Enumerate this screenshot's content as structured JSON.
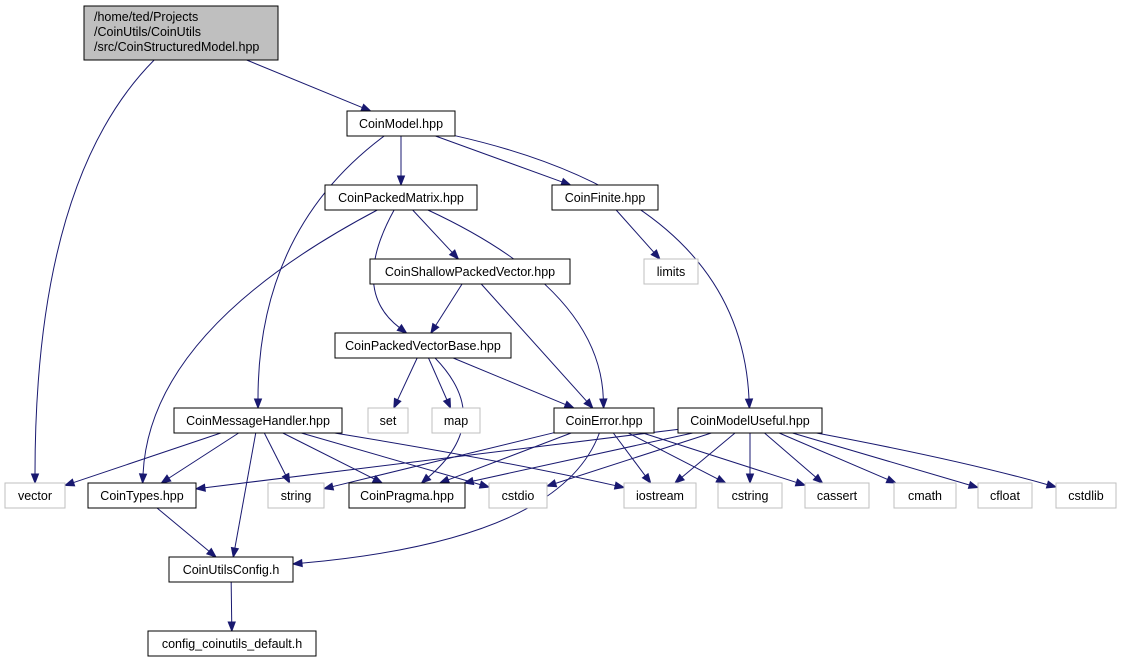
{
  "diagram": {
    "type": "include-dependency-graph",
    "colors": {
      "root_fill": "#bfbfbf",
      "box_stroke_internal": "#000000",
      "box_stroke_external": "#bfbfbf",
      "edge": "#191970",
      "background": "#ffffff"
    },
    "nodes": [
      {
        "id": "root",
        "label": "/home/ted/Projects\n/CoinUtils/CoinUtils\n/src/CoinStructuredModel.hpp",
        "kind": "root"
      },
      {
        "id": "CoinModel",
        "label": "CoinModel.hpp",
        "kind": "internal"
      },
      {
        "id": "CoinPackedMatrix",
        "label": "CoinPackedMatrix.hpp",
        "kind": "internal"
      },
      {
        "id": "CoinFinite",
        "label": "CoinFinite.hpp",
        "kind": "internal"
      },
      {
        "id": "limits",
        "label": "limits",
        "kind": "external"
      },
      {
        "id": "CoinShallowPackedVector",
        "label": "CoinShallowPackedVector.hpp",
        "kind": "internal"
      },
      {
        "id": "CoinPackedVectorBase",
        "label": "CoinPackedVectorBase.hpp",
        "kind": "internal"
      },
      {
        "id": "set",
        "label": "set",
        "kind": "external"
      },
      {
        "id": "map",
        "label": "map",
        "kind": "external"
      },
      {
        "id": "CoinMessageHandler",
        "label": "CoinMessageHandler.hpp",
        "kind": "internal"
      },
      {
        "id": "CoinError",
        "label": "CoinError.hpp",
        "kind": "internal"
      },
      {
        "id": "CoinModelUseful",
        "label": "CoinModelUseful.hpp",
        "kind": "internal"
      },
      {
        "id": "vector",
        "label": "vector",
        "kind": "external"
      },
      {
        "id": "CoinTypes",
        "label": "CoinTypes.hpp",
        "kind": "internal"
      },
      {
        "id": "string",
        "label": "string",
        "kind": "external"
      },
      {
        "id": "CoinPragma",
        "label": "CoinPragma.hpp",
        "kind": "internal"
      },
      {
        "id": "cstdio",
        "label": "cstdio",
        "kind": "external"
      },
      {
        "id": "iostream",
        "label": "iostream",
        "kind": "external"
      },
      {
        "id": "cstring",
        "label": "cstring",
        "kind": "external"
      },
      {
        "id": "cassert",
        "label": "cassert",
        "kind": "external"
      },
      {
        "id": "cmath",
        "label": "cmath",
        "kind": "external"
      },
      {
        "id": "cfloat",
        "label": "cfloat",
        "kind": "external"
      },
      {
        "id": "cstdlib",
        "label": "cstdlib",
        "kind": "external"
      },
      {
        "id": "CoinUtilsConfig",
        "label": "CoinUtilsConfig.h",
        "kind": "internal"
      },
      {
        "id": "config_default",
        "label": "config_coinutils_default.h",
        "kind": "internal"
      }
    ],
    "edges": [
      [
        "root",
        "vector"
      ],
      [
        "root",
        "CoinModel"
      ],
      [
        "CoinModel",
        "CoinPackedMatrix"
      ],
      [
        "CoinModel",
        "CoinFinite"
      ],
      [
        "CoinModel",
        "CoinMessageHandler"
      ],
      [
        "CoinModel",
        "CoinModelUseful"
      ],
      [
        "CoinFinite",
        "limits"
      ],
      [
        "CoinPackedMatrix",
        "CoinShallowPackedVector"
      ],
      [
        "CoinPackedMatrix",
        "CoinPackedVectorBase"
      ],
      [
        "CoinPackedMatrix",
        "CoinError"
      ],
      [
        "CoinPackedMatrix",
        "CoinTypes"
      ],
      [
        "CoinShallowPackedVector",
        "CoinPackedVectorBase"
      ],
      [
        "CoinShallowPackedVector",
        "CoinError"
      ],
      [
        "CoinPackedVectorBase",
        "set"
      ],
      [
        "CoinPackedVectorBase",
        "map"
      ],
      [
        "CoinPackedVectorBase",
        "CoinError"
      ],
      [
        "CoinPackedVectorBase",
        "CoinPragma"
      ],
      [
        "CoinMessageHandler",
        "vector"
      ],
      [
        "CoinMessageHandler",
        "CoinTypes"
      ],
      [
        "CoinMessageHandler",
        "string"
      ],
      [
        "CoinMessageHandler",
        "CoinPragma"
      ],
      [
        "CoinMessageHandler",
        "cstdio"
      ],
      [
        "CoinMessageHandler",
        "iostream"
      ],
      [
        "CoinMessageHandler",
        "CoinUtilsConfig"
      ],
      [
        "CoinError",
        "string"
      ],
      [
        "CoinError",
        "CoinPragma"
      ],
      [
        "CoinError",
        "iostream"
      ],
      [
        "CoinError",
        "cstring"
      ],
      [
        "CoinError",
        "cassert"
      ],
      [
        "CoinError",
        "CoinUtilsConfig"
      ],
      [
        "CoinModelUseful",
        "CoinTypes"
      ],
      [
        "CoinModelUseful",
        "CoinPragma"
      ],
      [
        "CoinModelUseful",
        "cstdio"
      ],
      [
        "CoinModelUseful",
        "iostream"
      ],
      [
        "CoinModelUseful",
        "cstring"
      ],
      [
        "CoinModelUseful",
        "cassert"
      ],
      [
        "CoinModelUseful",
        "cmath"
      ],
      [
        "CoinModelUseful",
        "cfloat"
      ],
      [
        "CoinModelUseful",
        "cstdlib"
      ],
      [
        "CoinTypes",
        "CoinUtilsConfig"
      ],
      [
        "CoinUtilsConfig",
        "config_default"
      ]
    ]
  }
}
